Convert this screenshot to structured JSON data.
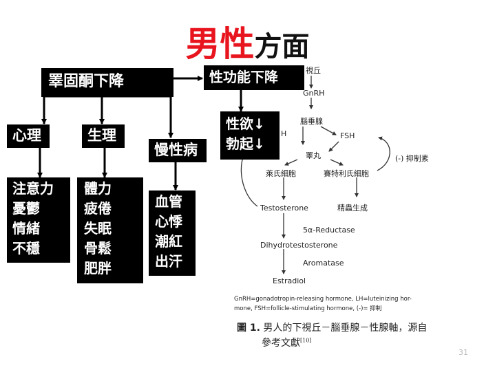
{
  "title": {
    "red": "男性",
    "black": "方面"
  },
  "boxes": {
    "root": "睪固酮下降",
    "sexual": "性功能下降",
    "libido": [
      "性欲↓",
      "勃起↓"
    ],
    "psych": "心理",
    "physio": "生理",
    "chronic": "慢性病",
    "psych_items": [
      "注意力",
      "憂鬱",
      "情緒",
      "不穩"
    ],
    "physio_items": [
      "體力",
      "疲倦",
      "失眠",
      "骨鬆",
      "肥胖"
    ],
    "chronic_items": [
      "血管",
      "心悸",
      "潮紅",
      "出汗"
    ]
  },
  "figure": {
    "hypothalamus": "視丘",
    "gnrh": "GnRH",
    "pituitary": "腦垂腺",
    "lh": "H",
    "fsh": "FSH",
    "testis": "睪丸",
    "inhibit": "(-) 抑制素",
    "leydig": "萊氏細胞",
    "sertoli": "賽特利氏細胞",
    "testosterone": "Testosterone",
    "sperm": "精蟲生成",
    "reductase": "5α-Reductase",
    "dht": "Dihydrotestosterone",
    "aromatase": "Aromatase",
    "estradiol": "Estradiol",
    "abbrev_line1": "GnRH=gonadotropin-releasing hormone, LH=luteinizing hor-",
    "abbrev_line2": "mone, FSH=follicle-stimulating hormone, (-)= 抑制",
    "caption_label": "圖 1.",
    "caption_line1": "男人的下視丘－腦垂腺－性腺軸，源自",
    "caption_line2": "參考文獻",
    "caption_ref": "[10]"
  },
  "page_number": "31"
}
